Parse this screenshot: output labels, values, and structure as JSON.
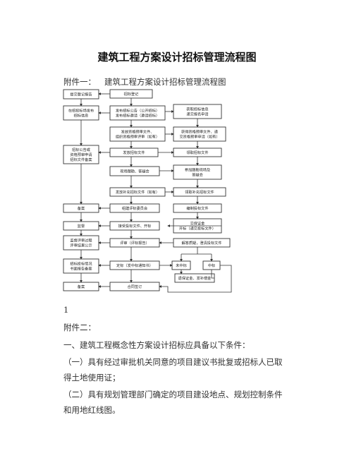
{
  "doc": {
    "title": "建筑工程方案设计招标管理流程图",
    "attachment1_label": "附件一：",
    "attachment1_title": "建筑工程方案设计招标管理流程图",
    "page_number": "1",
    "attachment2_label": "附件二：",
    "section1": "一、建筑工程概念性方案设计招标应具备以下条件：",
    "item1_a": "（一）具有经过审批机关同意的项目建议书批复或招标人已取",
    "item1_b": "得土地使用证；",
    "item2_a": "（二）具有规划管理部门确定的项目建设地点、规划控制条件",
    "item2_b": "和用地红线图。"
  },
  "flowchart": {
    "col1": {
      "b1": "提交登记报告",
      "b2a": "在招投标场发布",
      "b2b": "招标信息",
      "b3a": "招标公告或",
      "b3b": "资格预审申请",
      "b3c": "招标文件备案",
      "b4": "备案",
      "b5": "监督",
      "b6a": "监督评审过程",
      "b6b": "评审结果公示",
      "b7a": "招标投标情况",
      "b7b": "书面报告备案",
      "b8": "备案"
    },
    "col2": {
      "b1": "招标登记",
      "b2a": "发布招标公告（公开招标）",
      "b2b": "发布招标邀请（邀请招标）",
      "b3a": "发放资格预审文件、",
      "b3b": "组织资格预审评审（如有）",
      "b4": "发放招标文件",
      "b5": "现场踏勘、答疑会",
      "b6": "发放补充招标文件（如有）",
      "b7": "组建评标委员会",
      "b8": "接受投标文件、开标",
      "b9": "评审（评标报告）",
      "b10": "定标（发中标通知书）",
      "b11": "合同签订"
    },
    "col3": {
      "b1a": "获取招标信息",
      "b1b": "递交报名申请",
      "b2a": "获得资格预审文件、递",
      "b2b": "交资格预审申请（如有）",
      "b3": "领取招标文件",
      "b4a": "参加踏勘现场及",
      "b4b": "答疑会",
      "b5": "领取补充招标文件",
      "b6": "编制投标文件",
      "b7a": "交保证金",
      "b7b": "开标（递交投标文件）",
      "b8": "解答质疑，澄清投标文件",
      "b9": "未中标",
      "b10": "中标",
      "b11": "退保证金、发补偿金"
    }
  }
}
